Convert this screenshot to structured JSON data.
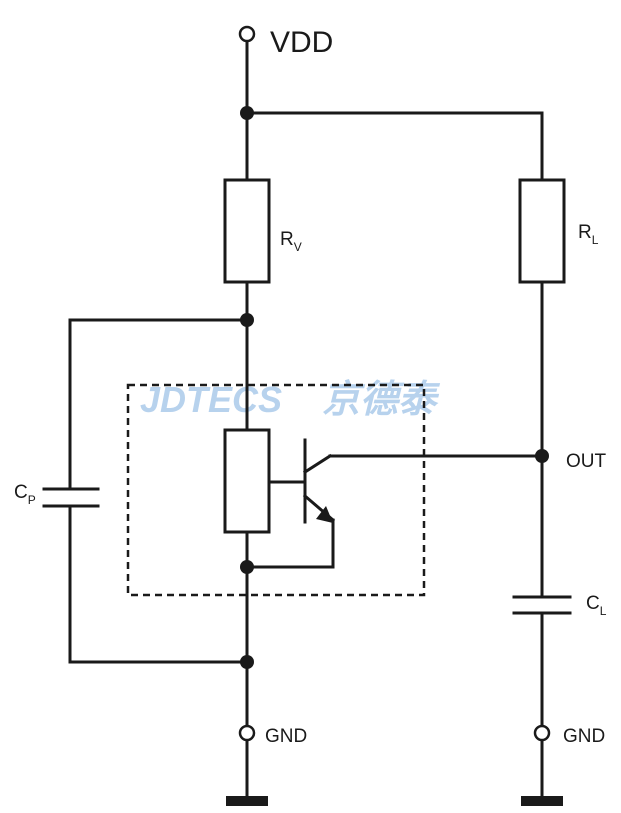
{
  "labels": {
    "vdd": "VDD",
    "out": "OUT",
    "gnd_left": "GND",
    "gnd_right": "GND"
  },
  "components": {
    "rv": {
      "main": "R",
      "sub": "V"
    },
    "rl": {
      "main": "R",
      "sub": "L"
    },
    "cp": {
      "main": "C",
      "sub": "P"
    },
    "cl": {
      "main": "C",
      "sub": "L"
    }
  },
  "watermark": {
    "latin": "JDTECS",
    "cjk": "京德泰",
    "color": "#9fc3e8"
  },
  "colors": {
    "line": "#1a1a1a",
    "background": "#ffffff"
  }
}
